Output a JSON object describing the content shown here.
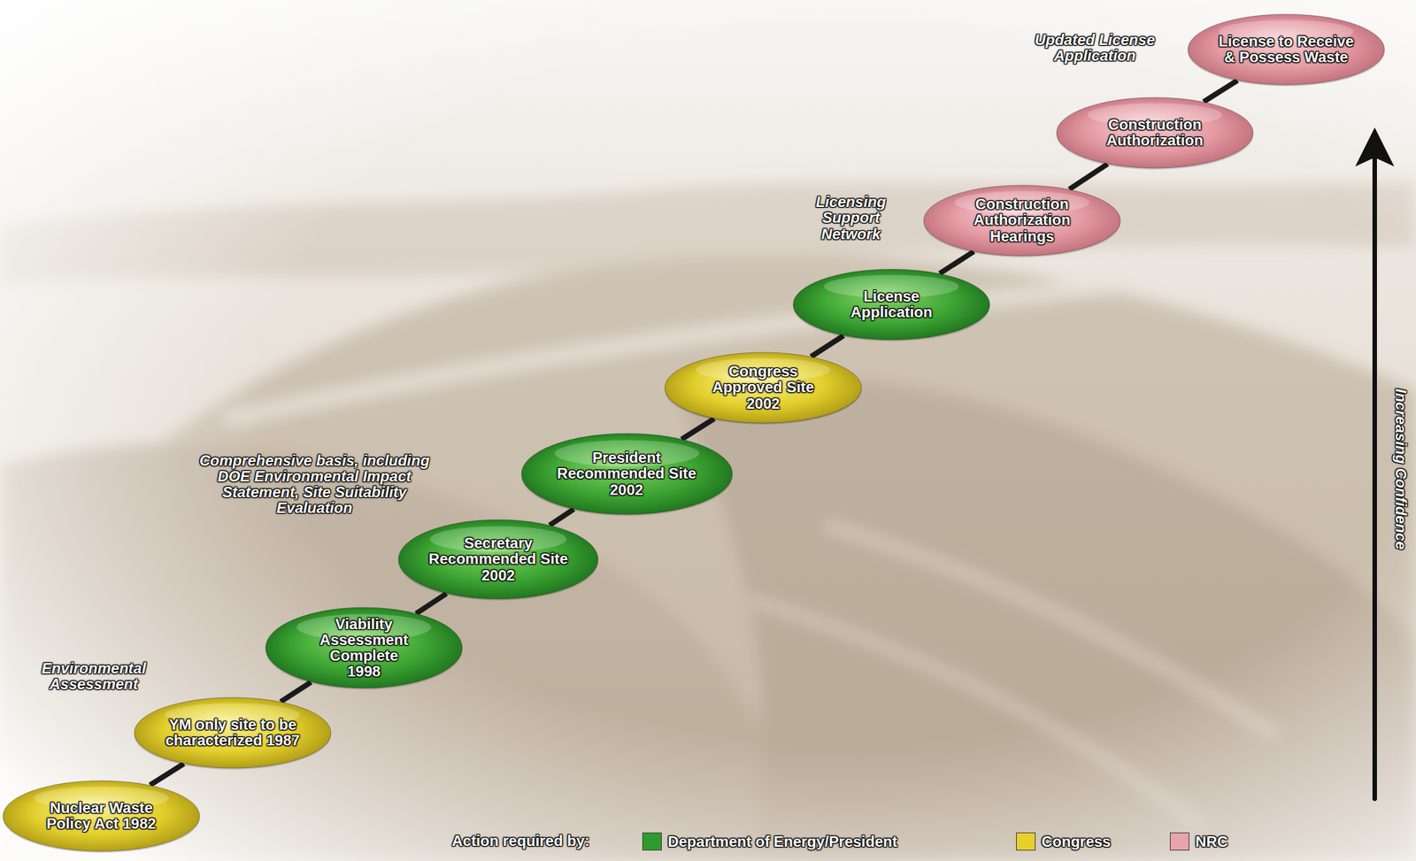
{
  "diagram": {
    "nodes": [
      {
        "text": [
          "Nuclear Waste Policy Act 1982"
        ]
      },
      {
        "text": [
          "YM only site to be characterized 1987"
        ]
      },
      {
        "text": [
          "Viability Assessment Complete 1998"
        ]
      },
      {
        "text": [
          "Secretary Recommended Site 2002"
        ]
      },
      {
        "text": [
          "President Recommended Site 2002"
        ]
      },
      {
        "text": [
          "Congress Approved Site 2002"
        ]
      },
      {
        "text": [
          "License Application"
        ]
      },
      {
        "text": [
          "Construction Authorization Hearings"
        ]
      },
      {
        "text": [
          "Construction Authorization"
        ]
      },
      {
        "text": [
          "License to Receive & Possess Waste"
        ]
      }
    ],
    "edges": [
      {
        "from": 0,
        "to": 1,
        "arrow": "none"
      },
      {
        "from": 1,
        "to": 2,
        "arrow": "none"
      },
      {
        "from": 2,
        "to": 3,
        "arrow": "none"
      },
      {
        "from": 3,
        "to": 4,
        "arrow": "none"
      },
      {
        "from": 4,
        "to": 5,
        "arrow": "none"
      },
      {
        "from": 5,
        "to": 6,
        "arrow": "none"
      },
      {
        "from": 6,
        "to": 7,
        "arrow": "none"
      },
      {
        "from": 7,
        "to": 8,
        "arrow": "none"
      },
      {
        "from": 8,
        "to": 9,
        "arrow": "none"
      }
    ],
    "labels": [
      "Environmental Assessment",
      "Comprehensive basis, including DOE Environmental Impact Statement, Site Suitability Evaluation",
      "Licensing Support Network",
      "Updated License Application",
      "Increasing Confidence",
      "Action required by:"
    ],
    "legend": [
      {
        "text": "Department of Energy/President",
        "color": "#2e9b2e"
      },
      {
        "text": "Congress",
        "color": "#e5d12a"
      },
      {
        "text": "NRC",
        "color": "#e8a3ab"
      }
    ]
  }
}
